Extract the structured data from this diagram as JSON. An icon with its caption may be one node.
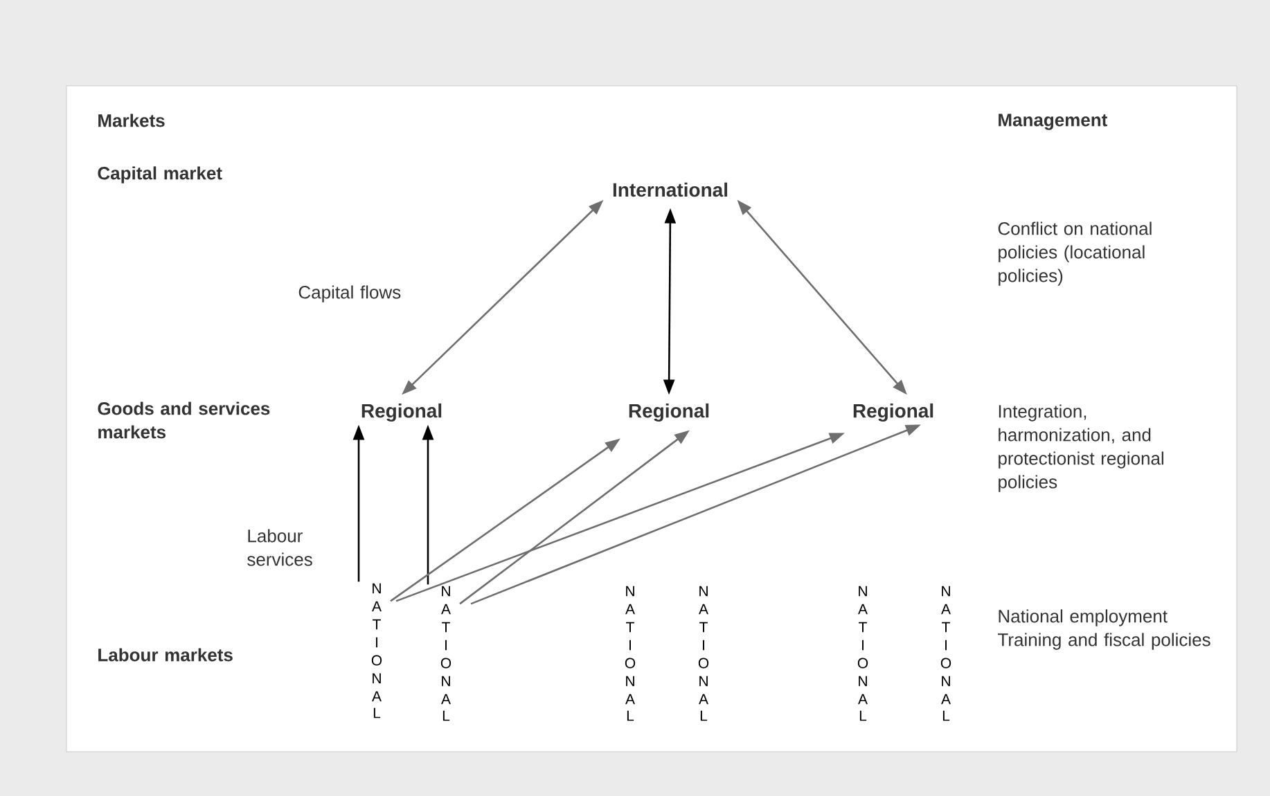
{
  "diagram": {
    "nodes": [
      {
        "text": [
          "International"
        ]
      },
      {
        "text": [
          "Regional"
        ]
      },
      {
        "text": [
          "Regional"
        ]
      },
      {
        "text": [
          "Regional"
        ]
      },
      {
        "text": [
          "NATIONAL"
        ]
      },
      {
        "text": [
          "NATIONAL"
        ]
      },
      {
        "text": [
          "NATIONAL"
        ]
      },
      {
        "text": [
          "NATIONAL"
        ]
      },
      {
        "text": [
          "NATIONAL"
        ]
      },
      {
        "text": [
          "NATIONAL"
        ]
      }
    ],
    "edges": [
      {
        "from": 0,
        "to": 1,
        "arrow": "both"
      },
      {
        "from": 0,
        "to": 2,
        "arrow": "both",
        "color": "#000000"
      },
      {
        "from": 0,
        "to": 3,
        "arrow": "both"
      },
      {
        "from": 4,
        "to": 1,
        "arrow": "to",
        "color": "#000000"
      },
      {
        "from": 5,
        "to": 1,
        "arrow": "to",
        "color": "#000000"
      },
      {
        "from": 4,
        "to": 2,
        "arrow": "to"
      },
      {
        "from": 4,
        "to": 3,
        "arrow": "to"
      },
      {
        "from": 5,
        "to": 2,
        "arrow": "to"
      },
      {
        "from": 5,
        "to": 3,
        "arrow": "to"
      }
    ],
    "labels": [
      "Markets",
      "Management",
      "Capital market",
      "Conflict on national policies (locational policies)",
      "Capital flows",
      "Goods and services markets",
      "Integration, harmonization, and protectionist regional policies",
      "Labour services",
      "Labour markets",
      "National employment Training and fiscal policies"
    ]
  }
}
